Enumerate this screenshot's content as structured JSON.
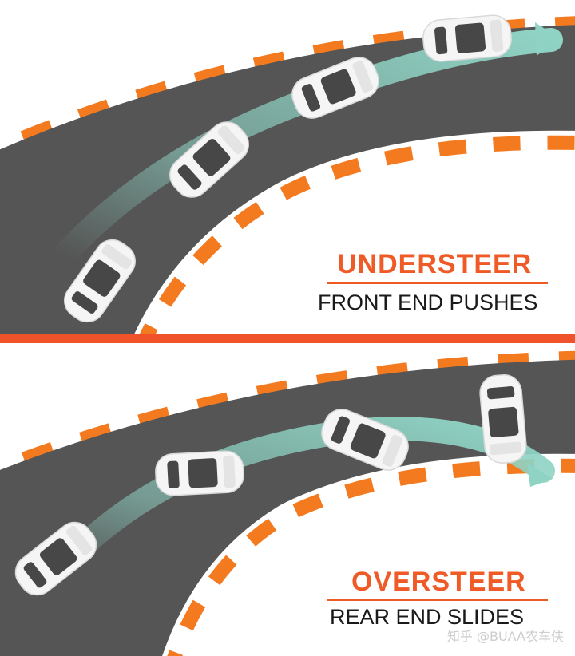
{
  "top_panel": {
    "title": "UNDERSTEER",
    "subtitle": "FRONT END PUSHES"
  },
  "bottom_panel": {
    "title": "OVERSTEER",
    "subtitle": "REAR END SLIDES"
  },
  "watermark": "知乎 @BUAA农车侠",
  "colors": {
    "accent": "#ef5a26",
    "road": "#555555",
    "kerb_orange": "#f47a20",
    "path": "#8fd3c4",
    "car": "#f4f4f4"
  }
}
